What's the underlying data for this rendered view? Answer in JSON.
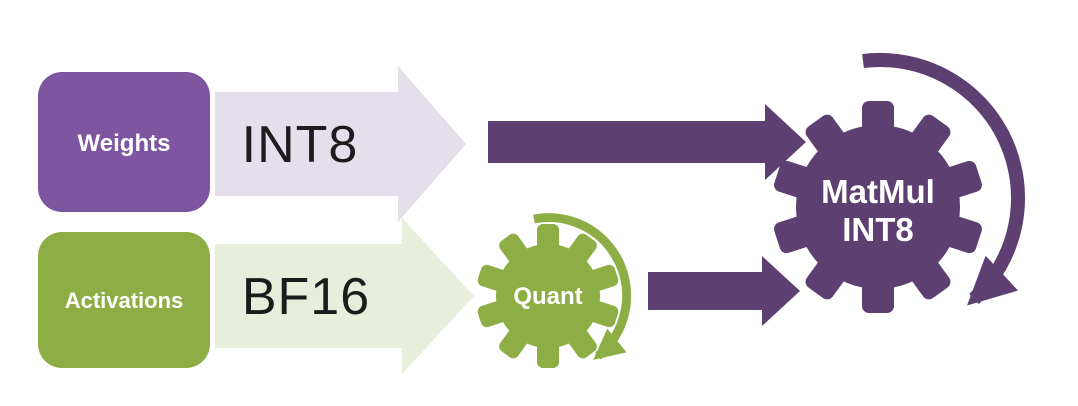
{
  "diagram": {
    "weights_box": {
      "label": "Weights"
    },
    "activations_box": {
      "label": "Activations"
    },
    "weights_format_arrow": {
      "label": "INT8"
    },
    "activations_format_arrow": {
      "label": "BF16"
    },
    "quant_gear": {
      "label": "Quant"
    },
    "matmul_gear": {
      "label_line1": "MatMul",
      "label_line2": "INT8"
    }
  },
  "icons": {
    "quant_gear": "gear-icon",
    "matmul_gear": "gear-icon",
    "quant_cycle": "circular-arrow-icon",
    "matmul_cycle": "circular-arrow-icon"
  },
  "colors": {
    "purple": "#7d55a0",
    "green": "#8dae44",
    "dark_purple": "#5d3f72",
    "light_purple": "#e5dfec",
    "light_green": "#e7eedb",
    "box_label_text": "#ffffff",
    "gear_label_text": "#ffffff",
    "format_text": "#1c1c1c"
  }
}
